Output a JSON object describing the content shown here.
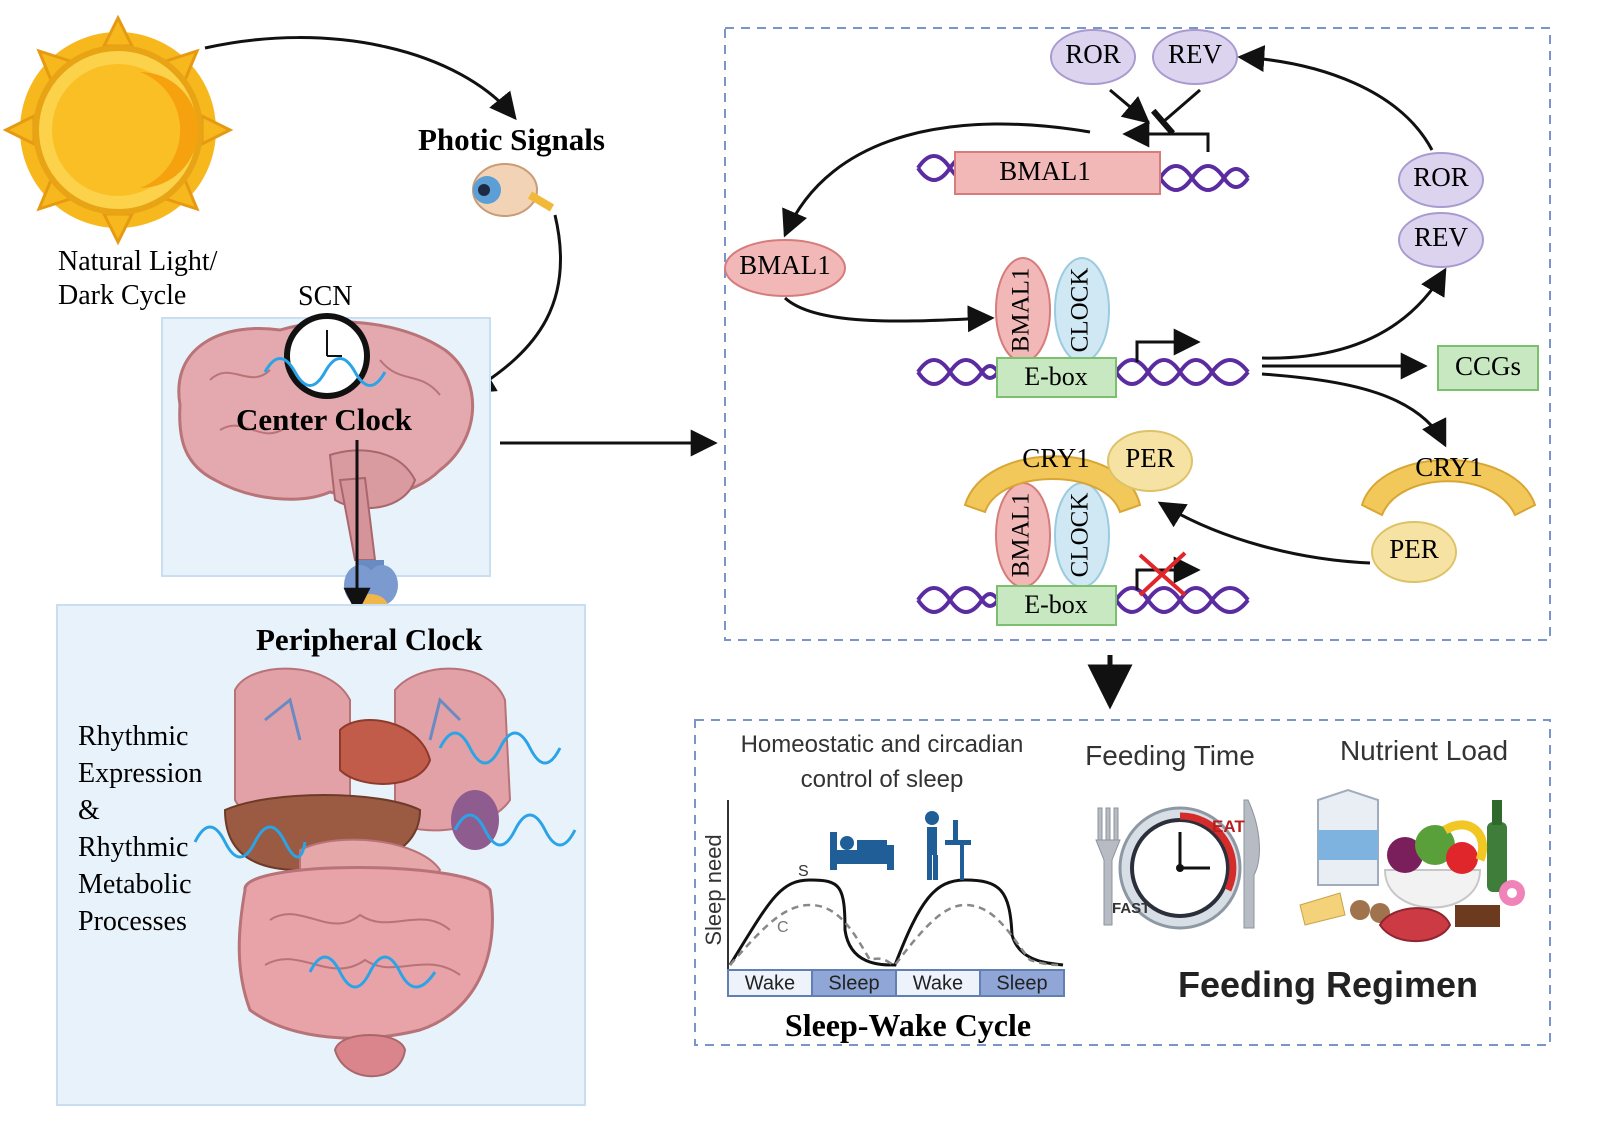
{
  "left": {
    "sun_label_line1": "Natural Light/",
    "sun_label_line2": "Dark Cycle",
    "photic": "Photic Signals",
    "scn": "SCN",
    "center_clock": "Center Clock",
    "peripheral_clock": "Peripheral Clock",
    "rhythm_lines": [
      "Rhythmic",
      "Expression",
      "&",
      "Rhythmic",
      "Metabolic",
      "Processes"
    ]
  },
  "molecular": {
    "ror": "ROR",
    "rev": "REV",
    "bmal1_gene": "BMAL1",
    "bmal1_protein": "BMAL1",
    "bmal1_bound": "BMAL1",
    "clock_bound": "CLOCK",
    "ebox": "E-box",
    "ccgs": "CCGs",
    "cry1": "CRY1",
    "per": "PER"
  },
  "bottom": {
    "sleep_title_line1": "Homeostatic and circadian",
    "sleep_title_line2": "control of sleep",
    "sleep_need": "Sleep need",
    "curve_s": "S",
    "curve_c": "C",
    "wake": "Wake",
    "sleep": "Sleep",
    "sleep_wake_cycle": "Sleep-Wake Cycle",
    "feeding_time": "Feeding Time",
    "eat": "EAT",
    "fast": "FAST",
    "nutrient_load": "Nutrient Load",
    "feeding_regimen": "Feeding Regimen"
  },
  "colors": {
    "dna": "#5b2ca0",
    "bmal1": "#f2b8b8",
    "clock": "#cfe8f3",
    "ebox": "#c7e8c0",
    "ror_rev": "#dcd4ef",
    "cry": "#f3c85a",
    "per": "#f6e3a3",
    "panel": "#e8f2fb",
    "dash": "#7a95c9"
  }
}
